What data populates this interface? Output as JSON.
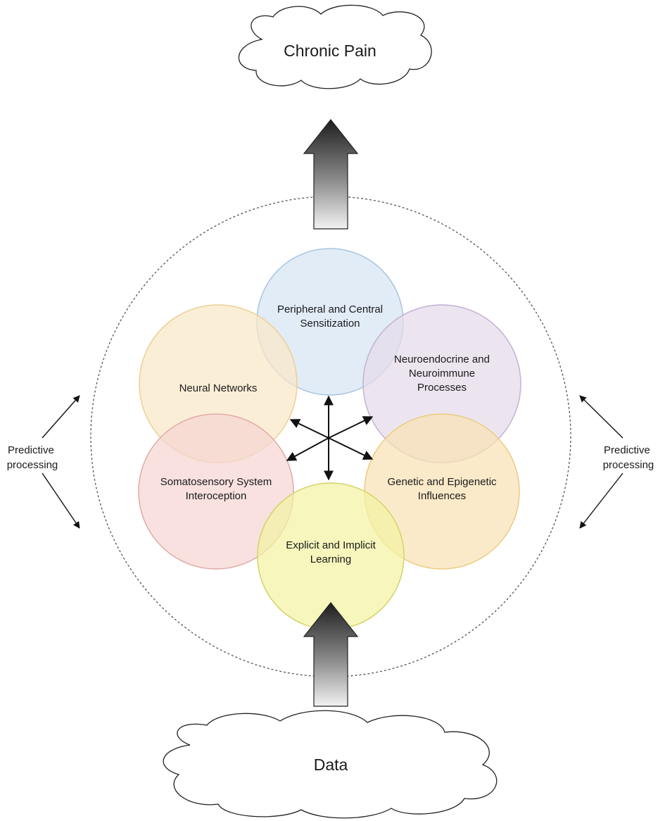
{
  "top_cloud": {
    "label": "Chronic Pain"
  },
  "bottom_cloud": {
    "label": "Data"
  },
  "circles": [
    {
      "key": "peripheral",
      "lines": [
        "Peripheral and Central",
        "Sensitization"
      ],
      "fill": "#d6e4f3",
      "stroke": "#a9c4e0"
    },
    {
      "key": "neural",
      "lines": [
        "Neural Networks"
      ],
      "fill": "#f9e7c6",
      "stroke": "#eccf95"
    },
    {
      "key": "neuroendocrine",
      "lines": [
        "Neuroendocrine and",
        "Neuroimmune",
        "Processes"
      ],
      "fill": "#e4dbea",
      "stroke": "#c3b1d3"
    },
    {
      "key": "somatosensory",
      "lines": [
        "Somatosensory System",
        "Interoception"
      ],
      "fill": "#f5d6d3",
      "stroke": "#e0aaa6"
    },
    {
      "key": "genetic",
      "lines": [
        "Genetic and Epigenetic",
        "Influences"
      ],
      "fill": "#f9e2b4",
      "stroke": "#eccb7f"
    },
    {
      "key": "learning",
      "lines": [
        "Explicit and Implicit",
        "Learning"
      ],
      "fill": "#f2f2a4",
      "stroke": "#d3d36a"
    }
  ],
  "side_labels": {
    "left": [
      "Predictive",
      "processing"
    ],
    "right": [
      "Predictive",
      "processing"
    ]
  }
}
